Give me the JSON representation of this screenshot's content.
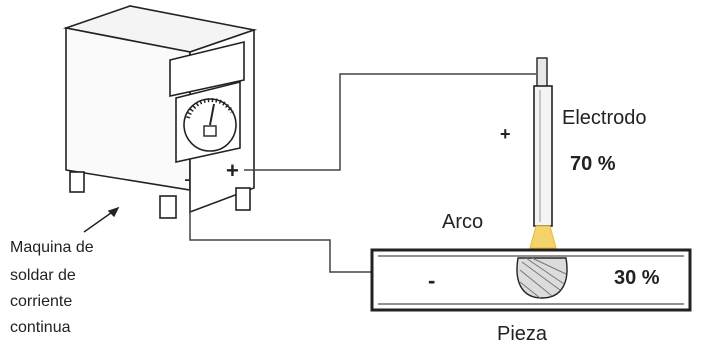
{
  "machine": {
    "caption_lines": [
      "Maquina de",
      "soldar de",
      "corriente",
      "continua"
    ],
    "terminal_negative": "-",
    "terminal_positive": "+"
  },
  "electrode": {
    "polarity": "+",
    "label": "Electrodo",
    "percent": "70 %"
  },
  "arc": {
    "label": "Arco"
  },
  "workpiece": {
    "polarity": "-",
    "percent": "30 %",
    "label": "Pieza"
  },
  "colors": {
    "line": "#222222",
    "arc_glow": "#f5d36a"
  }
}
